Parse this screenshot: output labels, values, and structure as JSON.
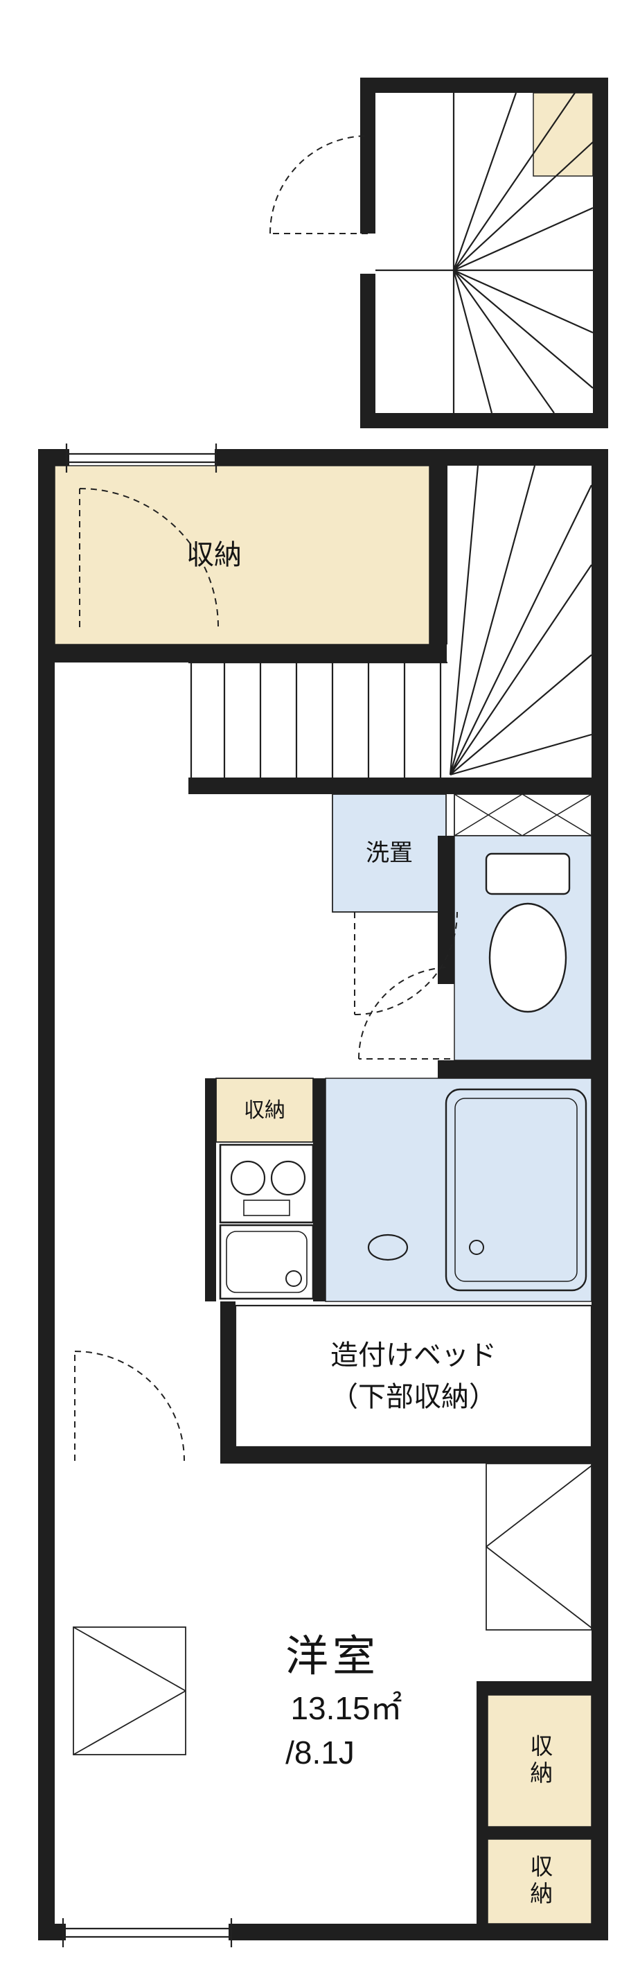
{
  "floorplan": {
    "rooms": {
      "storage_top": "収納",
      "washer": "洗置",
      "storage_small": "収納",
      "bed_line1": "造付けベッド",
      "bed_line2": "（下部収納）",
      "main_room_name": "洋室",
      "main_room_area_m2": "13.15㎡",
      "main_room_area_jo": "/8.1J",
      "storage_right_upper": "収納",
      "storage_right_lower": "収納"
    },
    "colors": {
      "wall": "#1f1f1f",
      "storage_fill": "#f5e9c8",
      "wet_area_fill": "#d9e6f4",
      "line": "#222222",
      "background": "#ffffff"
    }
  }
}
